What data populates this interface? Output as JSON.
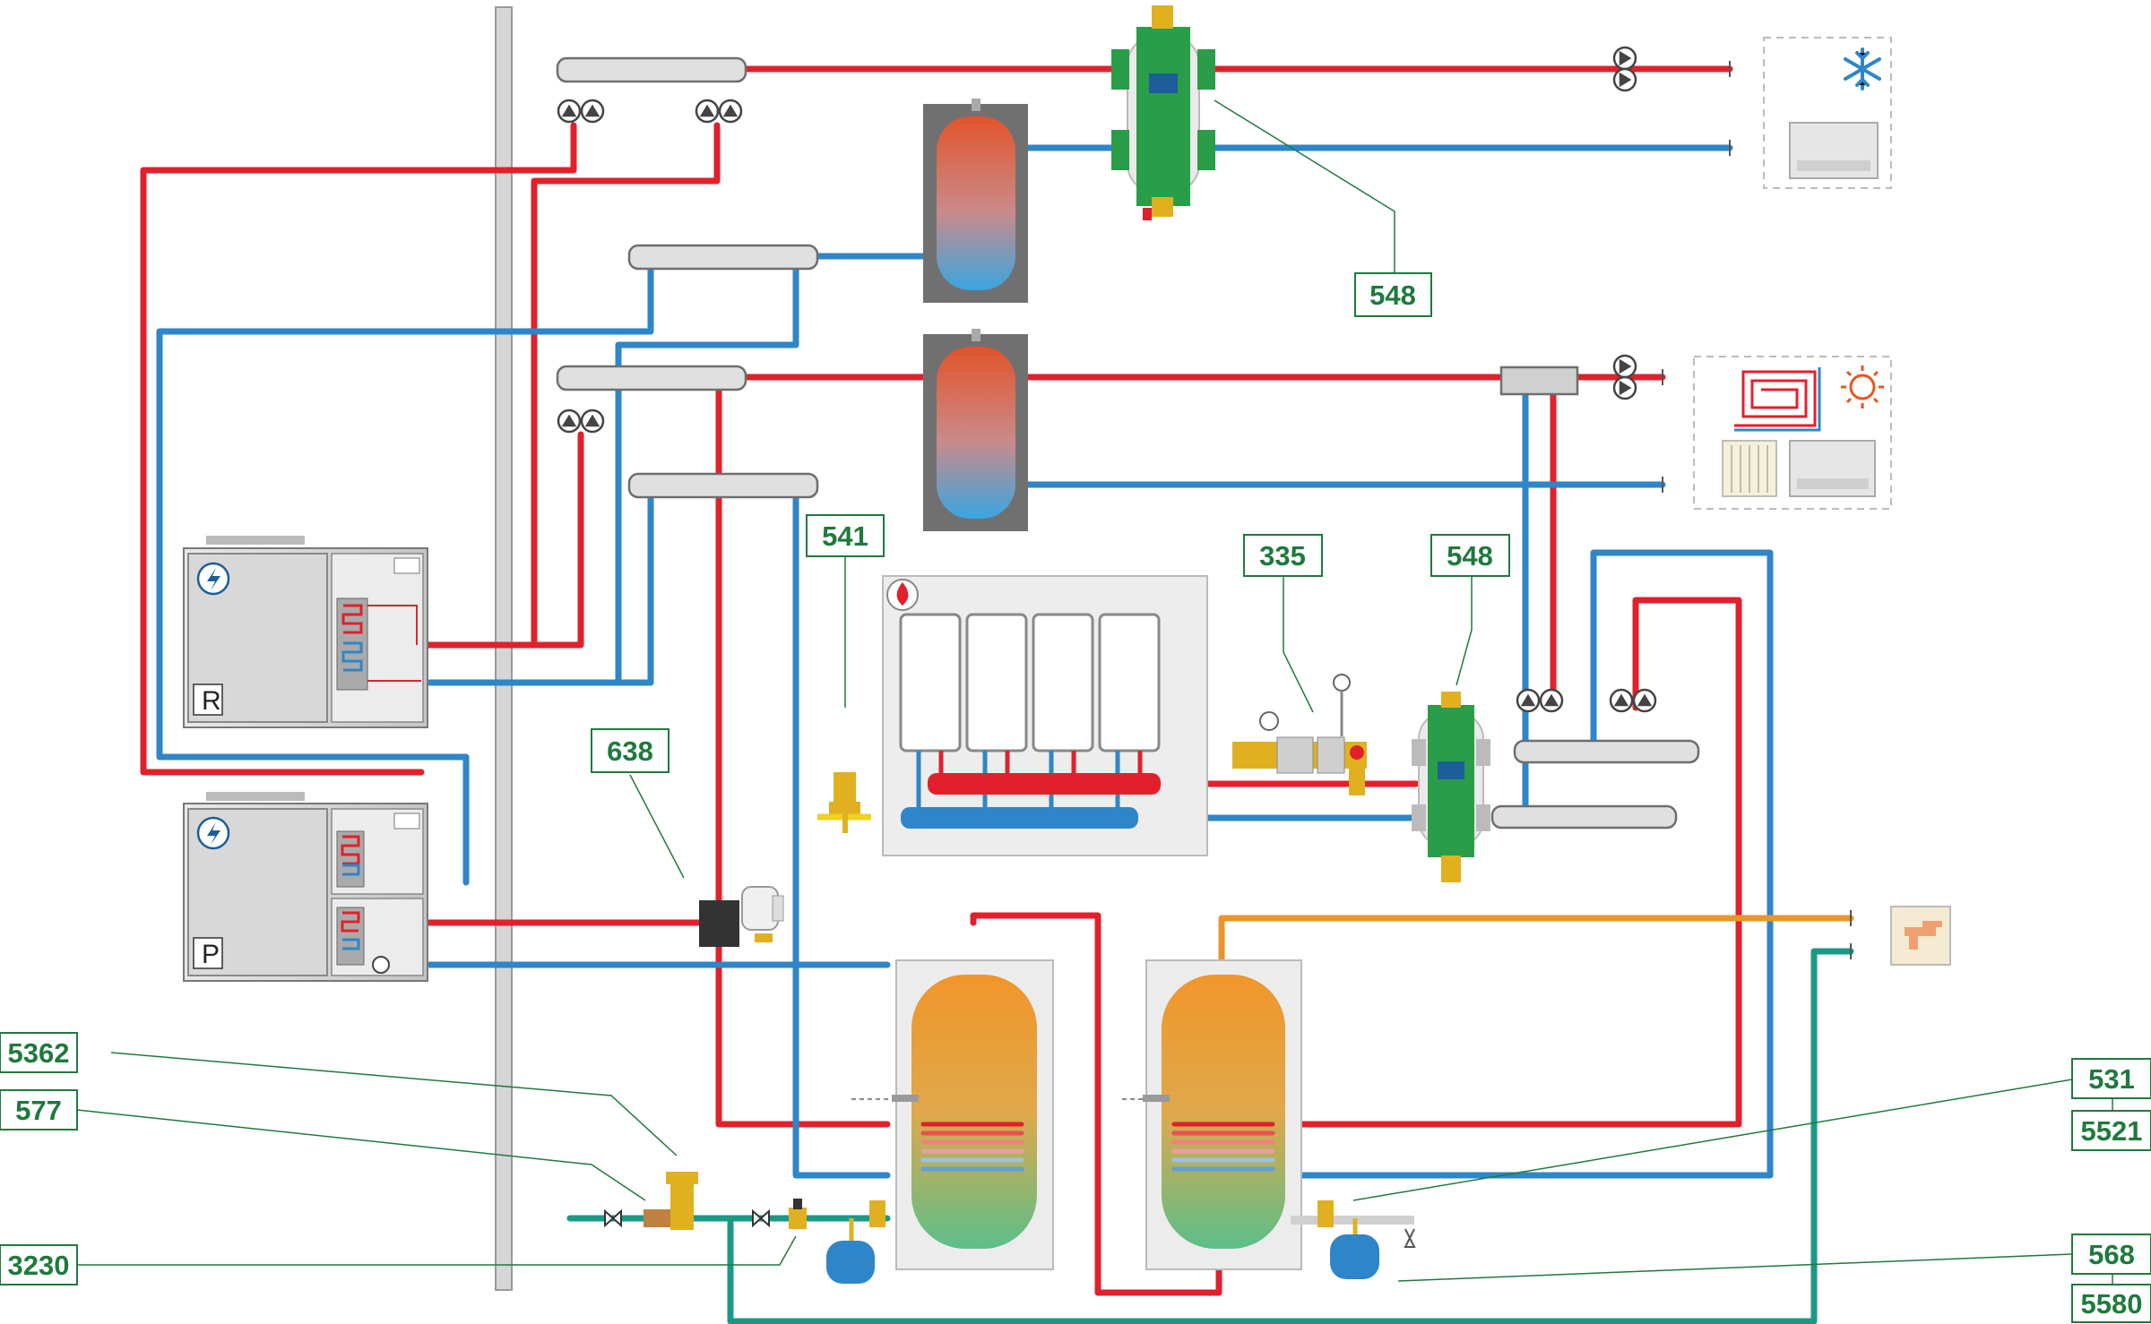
{
  "colors": {
    "hot": "#e2202c",
    "cold": "#2e86c8",
    "water": "#1a9a86",
    "dhw": "#e8962a",
    "label": "#1e7a3c",
    "separator": "#2a9d48"
  },
  "units": {
    "r_label": "R",
    "p_label": "P"
  },
  "labels": {
    "l548_top": "548",
    "l541": "541",
    "l335": "335",
    "l548_mid": "548",
    "l638": "638",
    "l5362": "5362",
    "l577": "577",
    "l3230": "3230",
    "l531": "531",
    "l5521": "5521",
    "l568": "568",
    "l5580": "5580"
  },
  "icons": {
    "cooling": "snowflake-icon",
    "heating": "sun-icon",
    "floor": "floor-heating-icon",
    "radiator": "radiator-icon",
    "fancoil": "fancoil-icon",
    "tap": "tap-icon",
    "boiler": "flame-icon",
    "electric": "lightning-icon"
  }
}
